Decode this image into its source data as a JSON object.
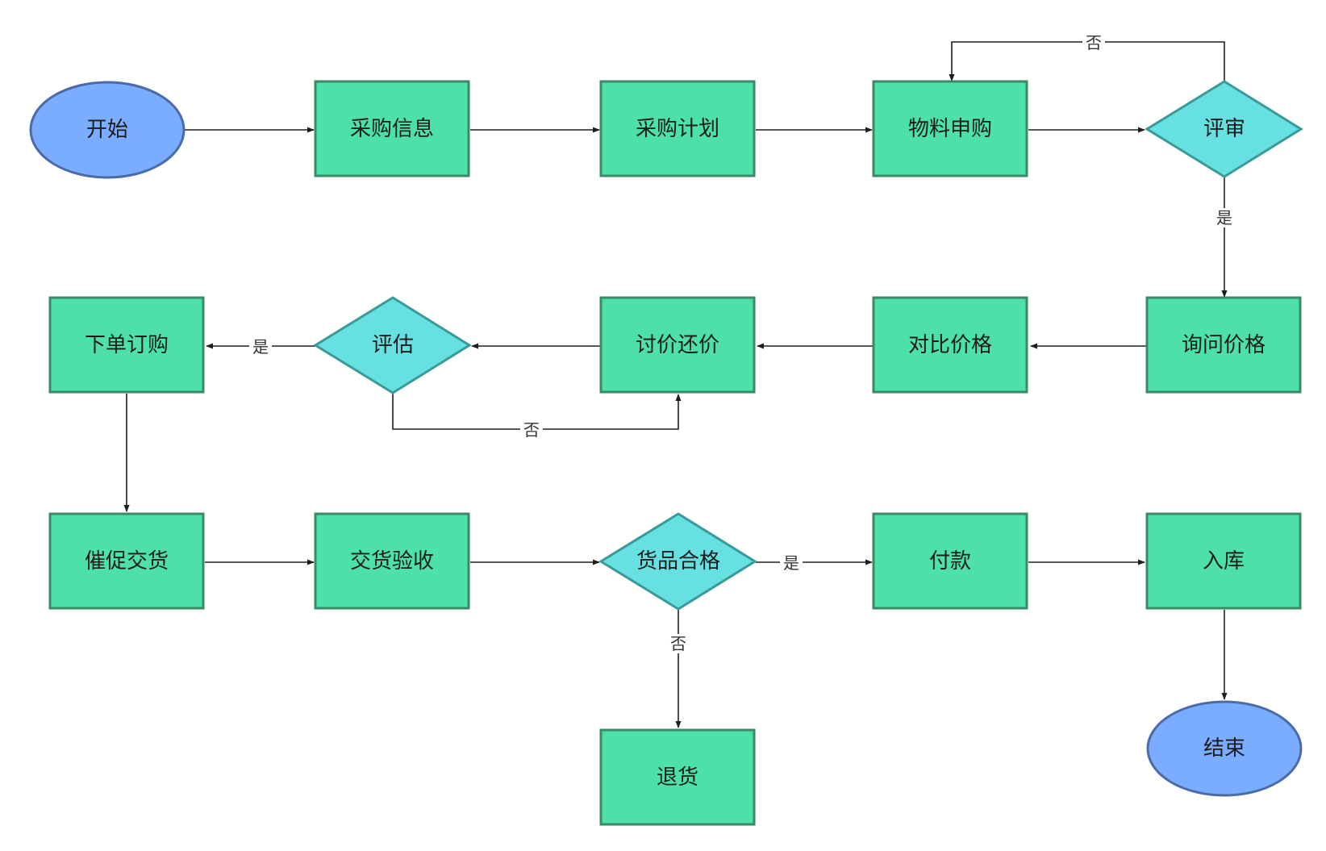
{
  "colors": {
    "process_fill": "#4de0a8",
    "decision_fill": "#66e0e0",
    "terminal_fill": "#7aadff",
    "line": "#1e1e1e"
  },
  "nodes": {
    "start": "开始",
    "procurement_info": "采购信息",
    "procurement_plan": "采购计划",
    "material_request": "物料申购",
    "review": "评审",
    "ask_price": "询问价格",
    "compare_price": "对比价格",
    "negotiate_price": "讨价还价",
    "evaluate": "评估",
    "place_order": "下单订购",
    "urge_delivery": "催促交货",
    "delivery_inspection": "交货验收",
    "goods_qualified": "货品合格",
    "payment": "付款",
    "warehousing": "入库",
    "return_goods": "退货",
    "end": "结束"
  },
  "edge_labels": {
    "review_no": "否",
    "review_yes": "是",
    "evaluate_yes": "是",
    "evaluate_no": "否",
    "qualified_yes": "是",
    "qualified_no": "否"
  }
}
